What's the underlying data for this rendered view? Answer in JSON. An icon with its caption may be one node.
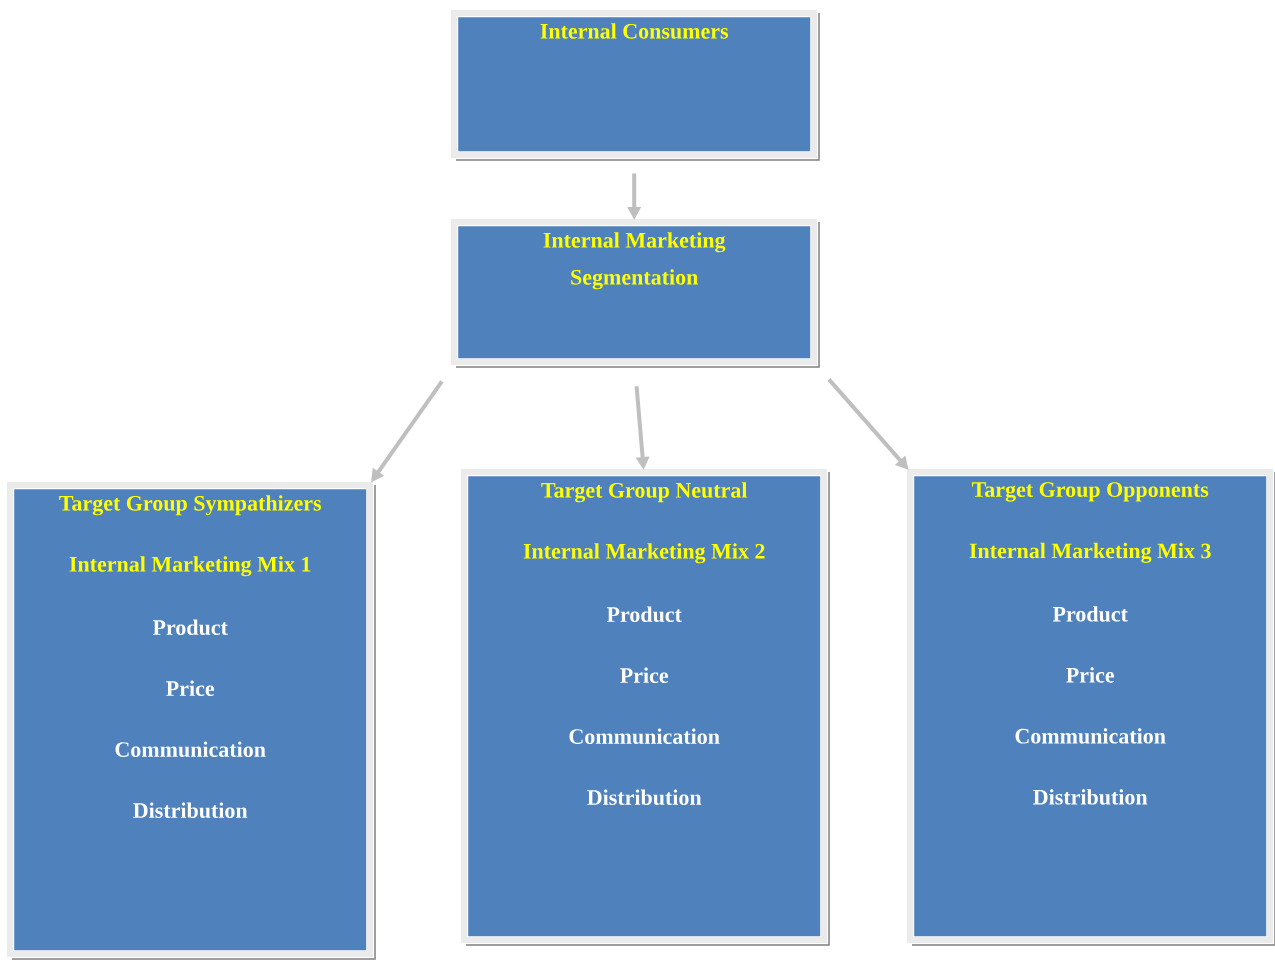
{
  "diagram": {
    "nodes": [
      {
        "text": [
          "Internal Consumers"
        ]
      },
      {
        "text": [
          "Internal Marketing Segmentation"
        ]
      },
      {
        "text": [
          "Target Group Sympathizers",
          "Internal Marketing Mix 1",
          "Product",
          "Price",
          "Communication",
          "Distribution"
        ]
      },
      {
        "text": [
          "Target Group Neutral",
          "Internal Marketing Mix 2",
          "Product",
          "Price",
          "Communication",
          "Distribution"
        ]
      },
      {
        "text": [
          "Target Group Opponents",
          "Internal Marketing Mix 3",
          "Product",
          "Price",
          "Communication",
          "Distribution"
        ]
      }
    ],
    "edges": [
      {
        "from": 0,
        "to": 1,
        "arrow": "to"
      },
      {
        "from": 1,
        "to": 2,
        "arrow": "to"
      },
      {
        "from": 1,
        "to": 3,
        "arrow": "to"
      },
      {
        "from": 1,
        "to": 4,
        "arrow": "to"
      }
    ]
  }
}
